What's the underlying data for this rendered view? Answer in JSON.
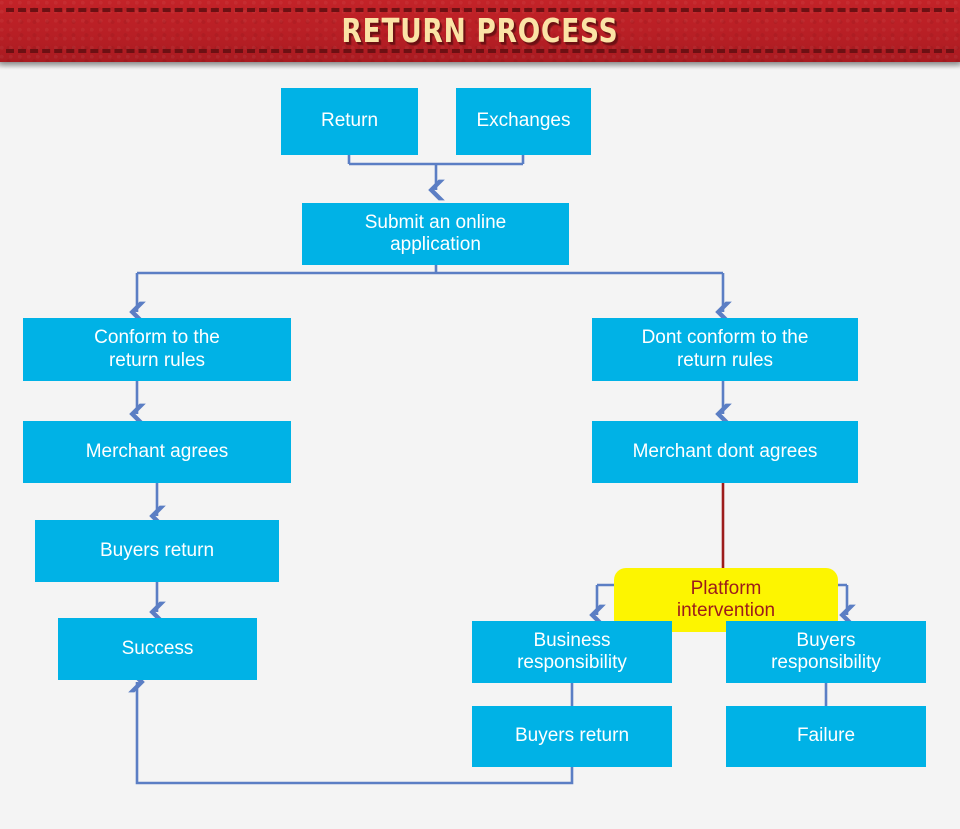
{
  "header": {
    "title": "RETURN PROCESS",
    "background_color": "#bf2026",
    "title_color": "#fbe3a6",
    "dash_color": "#6d1013"
  },
  "theme": {
    "canvas_background": "#f4f4f4",
    "node_fill": "#00b2e6",
    "node_text": "#ffffff",
    "highlight_fill": "#fdf500",
    "highlight_text": "#9c1b1b",
    "connector_color": "#5b7ec4",
    "accent_connector_color": "#9c1b1b"
  },
  "chart_data": {
    "type": "diagram",
    "title": "RETURN PROCESS",
    "nodes": [
      {
        "id": "return",
        "label": "Return",
        "style": "primary"
      },
      {
        "id": "exchanges",
        "label": "Exchanges",
        "style": "primary"
      },
      {
        "id": "submit",
        "label": "Submit an online\napplication",
        "style": "primary"
      },
      {
        "id": "conform",
        "label": "Conform to the\nreturn rules",
        "style": "primary"
      },
      {
        "id": "dont_conform",
        "label": "Dont conform to the\nreturn rules",
        "style": "primary"
      },
      {
        "id": "merchant_agrees",
        "label": "Merchant agrees",
        "style": "primary"
      },
      {
        "id": "merchant_dont",
        "label": "Merchant dont agrees",
        "style": "primary"
      },
      {
        "id": "buyers_return_l",
        "label": "Buyers return",
        "style": "primary"
      },
      {
        "id": "platform",
        "label": "Platform\nintervention",
        "style": "highlight"
      },
      {
        "id": "success",
        "label": "Success",
        "style": "primary"
      },
      {
        "id": "business_resp",
        "label": "Business\nresponsibility",
        "style": "primary"
      },
      {
        "id": "buyers_resp",
        "label": "Buyers\nresponsibility",
        "style": "primary"
      },
      {
        "id": "buyers_return_r",
        "label": "Buyers return",
        "style": "primary"
      },
      {
        "id": "failure",
        "label": "Failure",
        "style": "primary"
      }
    ],
    "edges": [
      {
        "from": "return",
        "to": "submit"
      },
      {
        "from": "exchanges",
        "to": "submit"
      },
      {
        "from": "submit",
        "to": "conform"
      },
      {
        "from": "submit",
        "to": "dont_conform"
      },
      {
        "from": "conform",
        "to": "merchant_agrees"
      },
      {
        "from": "merchant_agrees",
        "to": "buyers_return_l"
      },
      {
        "from": "buyers_return_l",
        "to": "success"
      },
      {
        "from": "dont_conform",
        "to": "merchant_dont"
      },
      {
        "from": "merchant_dont",
        "to": "platform"
      },
      {
        "from": "platform",
        "to": "business_resp"
      },
      {
        "from": "platform",
        "to": "buyers_resp"
      },
      {
        "from": "business_resp",
        "to": "buyers_return_r"
      },
      {
        "from": "buyers_resp",
        "to": "failure"
      },
      {
        "from": "buyers_return_r",
        "to": "success"
      }
    ]
  }
}
